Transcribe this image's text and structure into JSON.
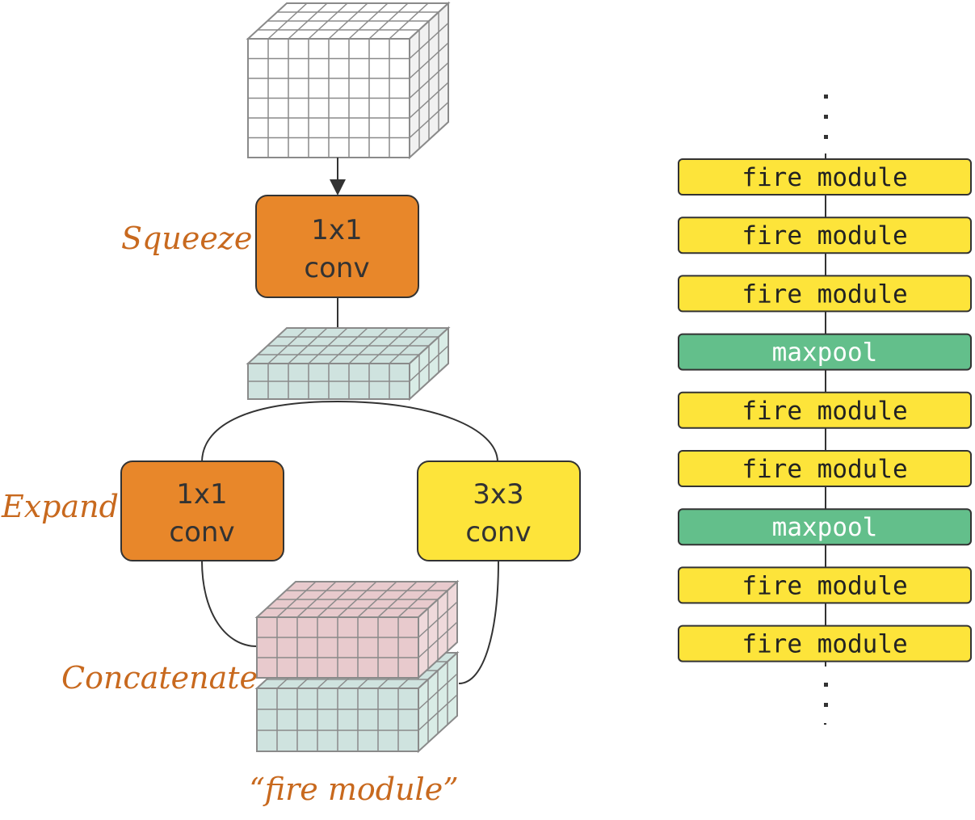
{
  "fire_module": {
    "squeeze_label": "Squeeze",
    "expand_label": "Expand",
    "concatenate_label": "Concatenate",
    "caption": "“fire module”",
    "squeeze_conv": {
      "line1": "1x1",
      "line2": "conv"
    },
    "expand_1x1_conv": {
      "line1": "1x1",
      "line2": "conv"
    },
    "expand_3x3_conv": {
      "line1": "3x3",
      "line2": "conv"
    }
  },
  "network": {
    "layers": [
      {
        "label": "fire module",
        "kind": "fire"
      },
      {
        "label": "fire module",
        "kind": "fire"
      },
      {
        "label": "fire module",
        "kind": "fire"
      },
      {
        "label": "maxpool",
        "kind": "pool"
      },
      {
        "label": "fire module",
        "kind": "fire"
      },
      {
        "label": "fire module",
        "kind": "fire"
      },
      {
        "label": "maxpool",
        "kind": "pool"
      },
      {
        "label": "fire module",
        "kind": "fire"
      },
      {
        "label": "fire module",
        "kind": "fire"
      }
    ]
  },
  "colors": {
    "squeeze_orange": "#e8872a",
    "expand_yellow": "#fde43a",
    "fire_module_yellow": "#fde43a",
    "maxpool_green": "#63bf8b",
    "label_orange": "#c8691e",
    "input_tensor": "#ffffff",
    "squeeze_tensor": "#cfe3df",
    "pink_tensor": "#e8cacd",
    "green_tensor": "#cfe3df"
  }
}
